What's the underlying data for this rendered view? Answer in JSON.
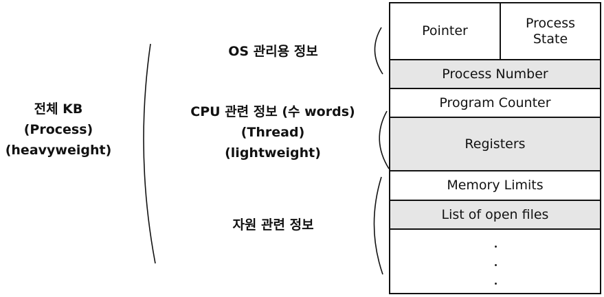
{
  "left_label": [
    "전체 KB",
    "(Process)",
    "(heavyweight)"
  ],
  "os_label": [
    "OS 관리용 정보"
  ],
  "cpu_label": [
    "CPU 관련 정보 (수 words)",
    "(Thread)",
    "(lightweight)"
  ],
  "resource_label": [
    "자원 관련 정보"
  ],
  "pcb": {
    "pointer": "Pointer",
    "process_state": [
      "Process",
      "State"
    ],
    "process_number": "Process Number",
    "program_counter": "Program Counter",
    "registers": "Registers",
    "memory_limits": "Memory Limits",
    "open_files": "List of open files",
    "ellipsis": [
      ".",
      ".",
      "."
    ]
  },
  "colors": {
    "shaded": "#e6e6e6",
    "border": "#111111"
  }
}
